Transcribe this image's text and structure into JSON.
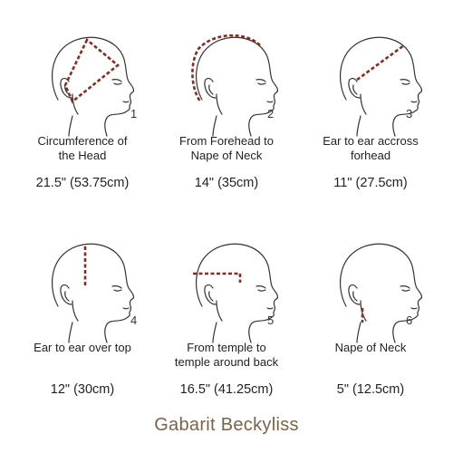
{
  "measurements": [
    {
      "number": "1",
      "label": "Circumference  of the Head",
      "label_lines": [
        "Circumference  of",
        "the Head"
      ],
      "value": "21.5\" (53.75cm)",
      "icon": "head-circumference-icon"
    },
    {
      "number": "2",
      "label": "From Forehead to Nape of Neck",
      "label_lines": [
        "From Forehead to",
        "Nape of Neck"
      ],
      "value": "14\" (35cm)",
      "icon": "forehead-to-nape-icon"
    },
    {
      "number": "3",
      "label": "Ear to ear accross forhead",
      "label_lines": [
        "Ear to ear accross",
        "forhead"
      ],
      "value": "11\" (27.5cm)",
      "icon": "ear-to-ear-forehead-icon"
    },
    {
      "number": "4",
      "label": "Ear to ear over top",
      "label_lines": [
        "Ear to ear over top",
        ""
      ],
      "value": "12\" (30cm)",
      "icon": "ear-to-ear-top-icon"
    },
    {
      "number": "5",
      "label": "From temple to temple around back",
      "label_lines": [
        "From temple to",
        "temple around back"
      ],
      "value": "16.5\" (41.25cm)",
      "icon": "temple-to-temple-icon"
    },
    {
      "number": "6",
      "label": "Nape of Neck",
      "label_lines": [
        "Nape of Neck",
        ""
      ],
      "value": "5\" (12.5cm)",
      "icon": "nape-of-neck-icon"
    }
  ],
  "brand": "Gabarit Beckyliss",
  "colors": {
    "measure_line": "#8b2a1e",
    "outline": "#333333",
    "brand": "#7a6448"
  }
}
